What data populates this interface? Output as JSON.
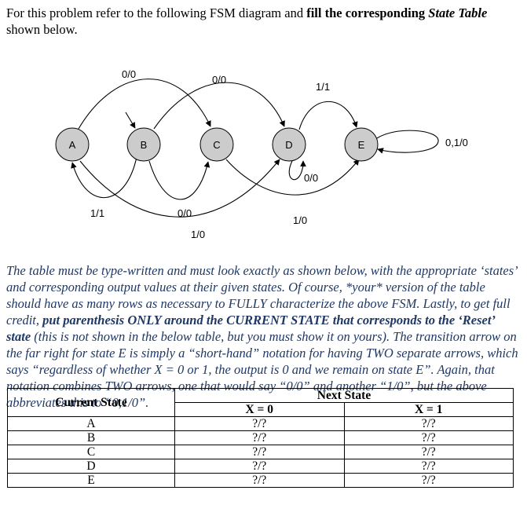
{
  "intro": {
    "part1": "For this problem refer to the following FSM diagram and ",
    "bold1": "fill the corresponding ",
    "bold_italic": "State Table",
    "part2": " shown below."
  },
  "diagram": {
    "states": [
      "A",
      "B",
      "C",
      "D",
      "E"
    ],
    "labels": {
      "ac": "0/0",
      "bd": "0/0",
      "de": "1/1",
      "ee": "0,1/0",
      "dd": "0/0",
      "ba": "1/1",
      "bc": "0/0",
      "ce": "1/0",
      "ad": "1/0"
    },
    "colors": {
      "state_fill": "#cccccc",
      "stroke": "#000000"
    }
  },
  "paragraph": {
    "t1": "The table must be type-written and must look exactly as shown below, with the appropriate ‘states’ and corresponding output values at their given states.  Of course, *your* version of the table should have as many rows as necessary to FULLY characterize the above FSM.  Lastly, to get full credit, ",
    "b1": "put parenthesis ONLY around the CURRENT STATE that corresponds to the ‘Reset’ state",
    "t2": " (this is not shown in the below table, but you must show it on yours).  The transition arrow on the far right for state E is simply a “short-hand” notation for having TWO separate arrows, which says “regardless of whether X = 0 or 1, the output is 0 and we remain on state E”.  Again, that notation combines TWO arrows, one that would say “0/0” and another “1/0”, but the above abbreviates this to “0,1/0”."
  },
  "table": {
    "current_state_header": "Current State",
    "next_state_header": "Next State",
    "x0_header": "X = 0",
    "x1_header": "X = 1",
    "rows": [
      {
        "state": "A",
        "x0": "?/?",
        "x1": "?/?"
      },
      {
        "state": "B",
        "x0": "?/?",
        "x1": "?/?"
      },
      {
        "state": "C",
        "x0": "?/?",
        "x1": "?/?"
      },
      {
        "state": "D",
        "x0": "?/?",
        "x1": "?/?"
      },
      {
        "state": "E",
        "x0": "?/?",
        "x1": "?/?"
      }
    ]
  }
}
